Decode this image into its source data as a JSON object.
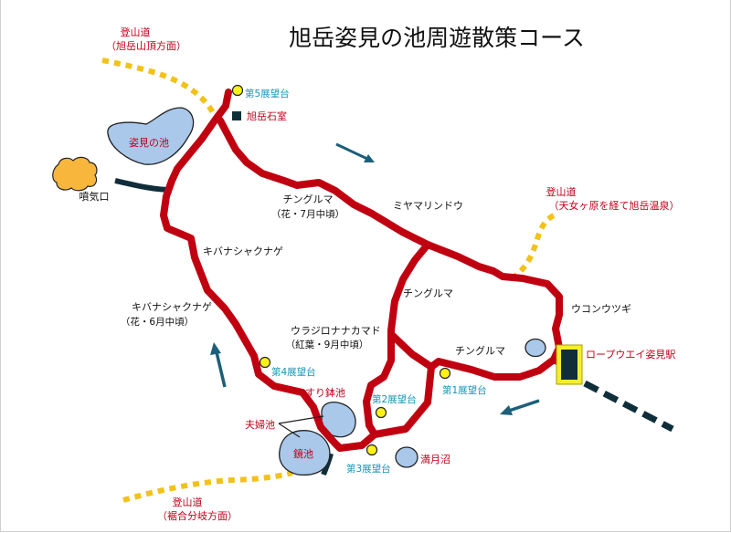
{
  "title": "旭岳姿見の池周遊散策コース",
  "colors": {
    "route": "#c00010",
    "trail": "#f2c21a",
    "ropeway": "#0f2e3a",
    "pond_fill": "#a9c8ea",
    "vent_fill": "#f9b63c",
    "label_red": "#c0001a",
    "label_cyan": "#1494b4",
    "arrow": "#1b5f7a"
  },
  "trail_labels": {
    "top_left": {
      "name": "登山道",
      "sub": "（旭岳山頂方面）"
    },
    "right": {
      "name": "登山道",
      "sub": "（天女ヶ原を経て旭岳温泉）"
    },
    "bottom": {
      "name": "登山道",
      "sub": "（裾合分岐方面）"
    }
  },
  "ponds": {
    "sugatami": "姿見の池",
    "suribachi": "すり鉢池",
    "kagami": "鏡池",
    "mangetsu": "満月沼",
    "fufu": "夫婦池"
  },
  "places": {
    "funki": "噴気口",
    "sekishitsu": "旭岳石室",
    "station": "ロープウエイ姿見駅"
  },
  "viewpoints": {
    "v1": "第1展望台",
    "v2": "第2展望台",
    "v3": "第3展望台",
    "v4": "第4展望台",
    "v5": "第5展望台"
  },
  "plants": {
    "chinguruma_flower": {
      "name": "チングルマ",
      "note": "（花・7月中頃）"
    },
    "miyamarindou": "ミヤマリンドウ",
    "kibana_path": "キバナシャクナゲ",
    "kibana_flower": {
      "name": "キバナシャクナゲ",
      "note": "（花・6月中頃）"
    },
    "chinguruma_mid": "チングルマ",
    "chinguruma_low": "チングルマ",
    "urajiro": {
      "name": "ウラジロナナカマド",
      "note": "（紅葉・9月中頃）"
    },
    "ukonusagi": "ウコンウツギ"
  }
}
